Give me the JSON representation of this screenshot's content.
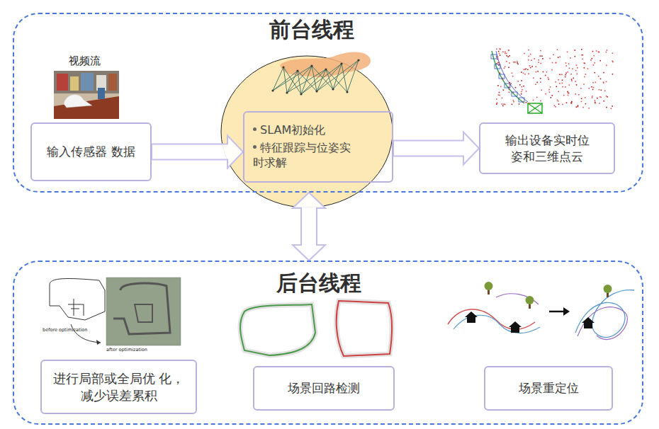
{
  "diagram": {
    "nodes": [
      {
        "text": [
          "前台线程"
        ]
      },
      {
        "text": [
          "输入传感器 数据"
        ],
        "in": 0
      },
      {
        "text": [
          "SLAM初始化",
          "特征跟踪与位姿实 时求解"
        ],
        "in": 0
      },
      {
        "text": [
          "输出设备实时位 姿和三维点云"
        ],
        "in": 0
      },
      {
        "text": [
          "后台线程"
        ]
      },
      {
        "text": [
          "进行局部或全局优 化，减少误差累积"
        ],
        "in": 4
      },
      {
        "text": [
          "场景回路检测"
        ],
        "in": 4
      },
      {
        "text": [
          "场景重定位"
        ],
        "in": 4
      }
    ],
    "edges": [
      {
        "from": 1,
        "to": 2,
        "arrow": "to"
      },
      {
        "from": 2,
        "to": 3,
        "arrow": "to"
      },
      {
        "from": 0,
        "to": 4,
        "arrow": "both"
      }
    ],
    "labels": [
      "视频流",
      "before optimization",
      "after optimization"
    ]
  }
}
